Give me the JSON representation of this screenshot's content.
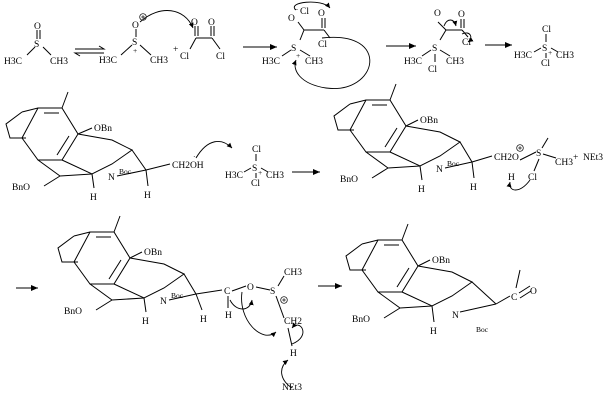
{
  "step1": {
    "dmso": {
      "s": "S",
      "o": "O",
      "me_left": "H3C",
      "me_right": "CH3"
    },
    "ylide": {
      "o": "O",
      "s": "S",
      "me_left": "H3C",
      "me_right": "CH3",
      "plus": "+"
    },
    "oxalyl": {
      "o1": "O",
      "o2": "O",
      "cl1": "Cl",
      "cl2": "Cl"
    },
    "adduct": {
      "o_minus": "O",
      "cl1": "Cl",
      "o2": "O",
      "cl2": "Cl",
      "s": "S",
      "me1": "H3C",
      "me2": "CH3"
    },
    "cleave": {
      "o1": "O",
      "o2": "O",
      "cl": "Cl",
      "s": "S",
      "cl_s": "Cl",
      "me1": "H3C",
      "me2": "CH3"
    },
    "product": {
      "cl_top": "Cl",
      "s": "S",
      "cl_bot": "Cl",
      "me_left": "H3C",
      "me_right": "CH3"
    }
  },
  "step2": {
    "r1": {
      "obn": "OBn",
      "bno": "BnO",
      "boc": "Boc",
      "n": "N",
      "h": "H",
      "ch2oh": "CH2OH"
    },
    "sulfonium": {
      "cl_top": "Cl",
      "s": "S",
      "cl_bot": "Cl",
      "me_left": "H3C",
      "me_right": "CH3"
    },
    "r2": {
      "obn": "OBn",
      "bno": "BnO",
      "boc": "Boc",
      "n": "N",
      "h": "H",
      "ch2o": "CH2O",
      "h2": "H",
      "cl": "Cl",
      "s": "S",
      "me": "CH3",
      "plus_sign": "+",
      "net3": "NEt3"
    },
    "r3": {
      "obn": "OBn",
      "bno": "BnO",
      "boc": "Boc",
      "n": "N",
      "h": "H",
      "ch": "C",
      "h_ch": "H",
      "o": "O",
      "s": "S",
      "me": "CH3",
      "ch2": "CH2",
      "net3": "NEt3",
      "h_base": "H"
    },
    "r4": {
      "obn": "OBn",
      "bno": "BnO",
      "boc": "Boc",
      "n": "N",
      "h": "H",
      "c": "C",
      "o": "O"
    }
  }
}
